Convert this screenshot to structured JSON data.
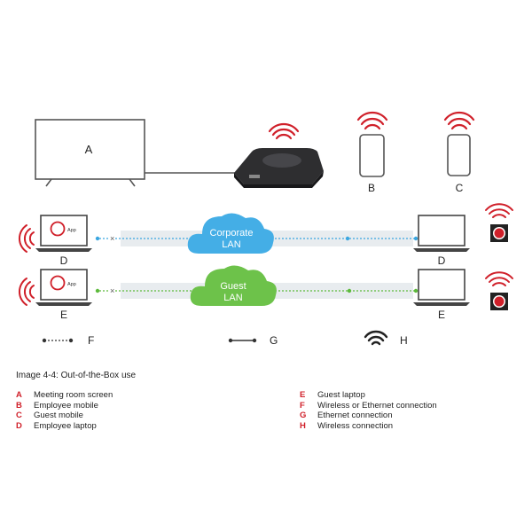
{
  "diagram": {
    "labels": {
      "a": "A",
      "b": "B",
      "c": "C",
      "d_left": "D",
      "d_right": "D",
      "e_left": "E",
      "e_right": "E",
      "f": "F",
      "g": "G",
      "h": "H"
    },
    "corporate_lan": {
      "line1": "Corporate",
      "line2": "LAN"
    },
    "guest_lan": {
      "line1": "Guest",
      "line2": "LAN"
    },
    "app_badge": "App"
  },
  "caption": "Image 4-4: Out-of-the-Box use",
  "legend": {
    "left": [
      {
        "key": "A",
        "text": "Meeting room screen"
      },
      {
        "key": "B",
        "text": "Employee mobile"
      },
      {
        "key": "C",
        "text": "Guest mobile"
      },
      {
        "key": "D",
        "text": "Employee laptop"
      }
    ],
    "right": [
      {
        "key": "E",
        "text": "Guest laptop"
      },
      {
        "key": "F",
        "text": "Wireless or Ethernet connection"
      },
      {
        "key": "G",
        "text": "Ethernet connection"
      },
      {
        "key": "H",
        "text": "Wireless connection"
      }
    ]
  },
  "colors": {
    "accent_red": "#d0202a",
    "corporate_cloud": "#44aee6",
    "guest_cloud": "#6dc24a",
    "corporate_line": "#3aa6e0",
    "guest_line": "#5dba3c",
    "band": "#e8ecef"
  }
}
